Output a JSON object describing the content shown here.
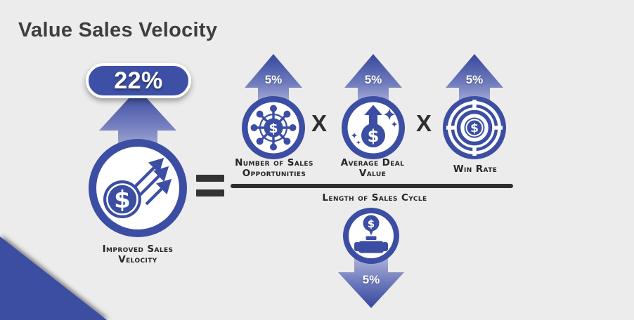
{
  "title": "Value Sales Velocity",
  "colors": {
    "accent_blue": "#3c4ea3",
    "background": "#ececec",
    "dark_text": "#2f2f2f"
  },
  "currency": "$",
  "result": {
    "badge": "22%",
    "label": "Improved Sales\nVelocity",
    "icon": "money-growth-arrows-icon"
  },
  "operators": {
    "multiply": "X",
    "equals": "="
  },
  "factors": [
    {
      "delta": "5%",
      "label": "Number of Sales\nOpportunities",
      "icon": "dollar-network-icon"
    },
    {
      "delta": "5%",
      "label": "Average Deal\nValue",
      "icon": "rising-dollar-icon"
    },
    {
      "delta": "5%",
      "label": "Win Rate",
      "icon": "dollar-target-icon"
    }
  ],
  "denominator": {
    "delta": "5%",
    "label": "Length of Sales Cycle",
    "icon": "briefcase-dollar-icon"
  }
}
